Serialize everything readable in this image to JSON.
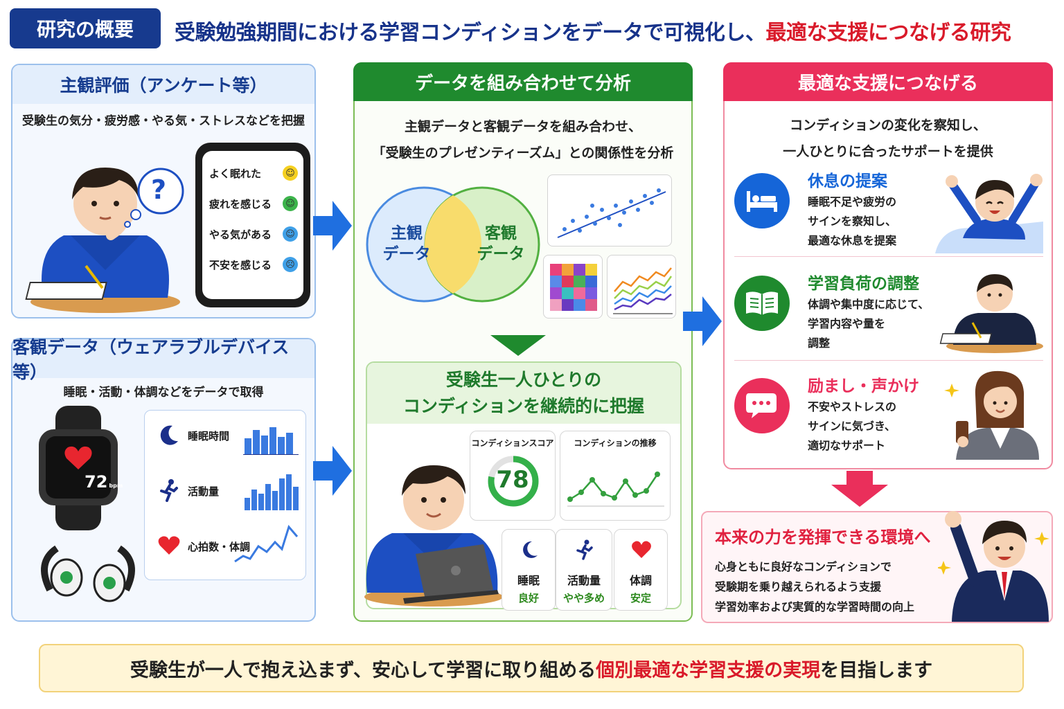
{
  "header": {
    "badge": "研究の概要",
    "headline_main": "受験勉強期間における学習コンディションをデータで可視化し、",
    "headline_accent": "最適な支援につなげる研究"
  },
  "subjective": {
    "title": "主観評価（アンケート等）",
    "subtitle": "受験生の気分・疲労感・やる気・ストレスなどを把握",
    "survey": [
      {
        "label": "よく眠れた",
        "face": "☺",
        "color": "#f5d020"
      },
      {
        "label": "疲れを感じる",
        "face": "☺",
        "color": "#3cb44b"
      },
      {
        "label": "やる気がある",
        "face": "☺",
        "color": "#3fa0e8"
      },
      {
        "label": "不安を感じる",
        "face": "☹",
        "color": "#3fa0e8"
      }
    ],
    "thought": "?"
  },
  "objective": {
    "title": "客観データ（ウェアラブルデバイス等）",
    "subtitle": "睡眠・活動・体調などをデータで取得",
    "watch_bpm": "72",
    "watch_unit": "bpm",
    "metrics": [
      {
        "label": "睡眠時間",
        "icon": "moon-icon"
      },
      {
        "label": "活動量",
        "icon": "runner-icon"
      },
      {
        "label": "心拍数・体調",
        "icon": "heart-icon"
      }
    ]
  },
  "analysis": {
    "title": "データを組み合わせて分析",
    "desc_line1": "主観データと客観データを組み合わせ、",
    "desc_line2": "「受験生のプレゼンティーズム」との関係性を分析",
    "venn_left_1": "主観",
    "venn_left_2": "データ",
    "venn_right_1": "客観",
    "venn_right_2": "データ"
  },
  "condition": {
    "title_line1": "受験生一人ひとりの",
    "title_line2": "コンディションを継続的に把握",
    "score_title": "コンディションスコア",
    "score_value": "78",
    "score_fraction": 0.78,
    "trend_title": "コンディションの推移",
    "stats": [
      {
        "label": "睡眠",
        "value": "良好",
        "icon": "moon-icon"
      },
      {
        "label": "活動量",
        "value": "やや多め",
        "icon": "runner-icon"
      },
      {
        "label": "体調",
        "value": "安定",
        "icon": "heart-icon"
      }
    ]
  },
  "support": {
    "title": "最適な支援につなげる",
    "desc_line1": "コンディションの変化を察知し、",
    "desc_line2": "一人ひとりに合ったサポートを提供",
    "items": [
      {
        "title": "休息の提案",
        "lines": [
          "睡眠不足や疲労の",
          "サインを察知し、",
          "最適な休息を提案"
        ],
        "color": "#1565d8",
        "icon": "bed-icon"
      },
      {
        "title": "学習負荷の調整",
        "lines": [
          "体調や集中度に応じて、",
          "学習内容や量を",
          "調整"
        ],
        "color": "#1f8a2e",
        "icon": "book-icon"
      },
      {
        "title": "励まし・声かけ",
        "lines": [
          "不安やストレスの",
          "サインに気づき、",
          "適切なサポート"
        ],
        "color": "#ea2f5b",
        "icon": "chat-icon"
      }
    ]
  },
  "outcome": {
    "title": "本来の力を発揮できる環境へ",
    "lines": [
      "心身ともに良好なコンディションで",
      "受験期を乗り越えられるよう支援",
      "学習効率および実質的な学習時間の向上"
    ]
  },
  "footer": {
    "main": "受験生が一人で抱え込まず、安心して学習に取り組める",
    "accent": "個別最適な学習支援の実現",
    "tail": "を目指します"
  },
  "colors": {
    "navy": "#173a8e",
    "green": "#1f8a2e",
    "pink": "#ea2f5b",
    "red": "#d91a2a",
    "arrow_blue": "#1f6fe0"
  }
}
